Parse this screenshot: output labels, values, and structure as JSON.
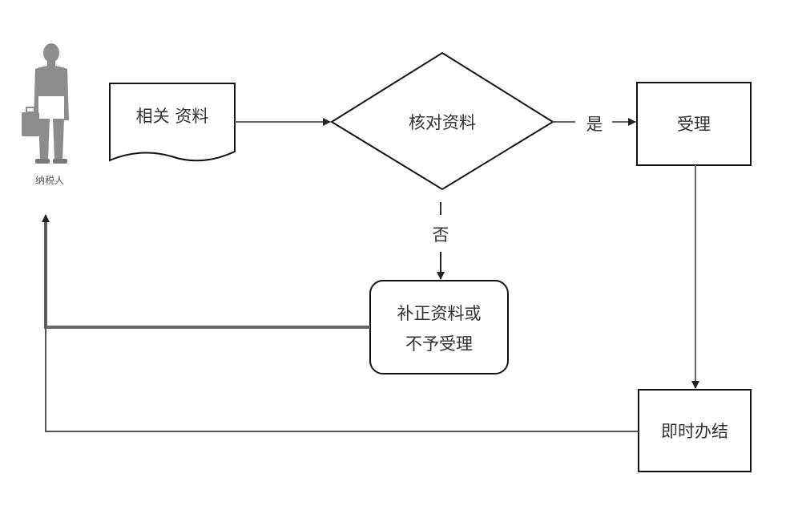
{
  "nodes": {
    "taxpayer": {
      "label": "纳税人"
    },
    "documents": {
      "label": "相关 资料"
    },
    "verify": {
      "label": "核对资料"
    },
    "accept": {
      "label": "受理"
    },
    "correct": {
      "line1": "补正资料或",
      "line2": "不予受理"
    },
    "complete": {
      "label": "即时办结"
    }
  },
  "edges": {
    "yes_label": "是",
    "no_label": "否"
  }
}
